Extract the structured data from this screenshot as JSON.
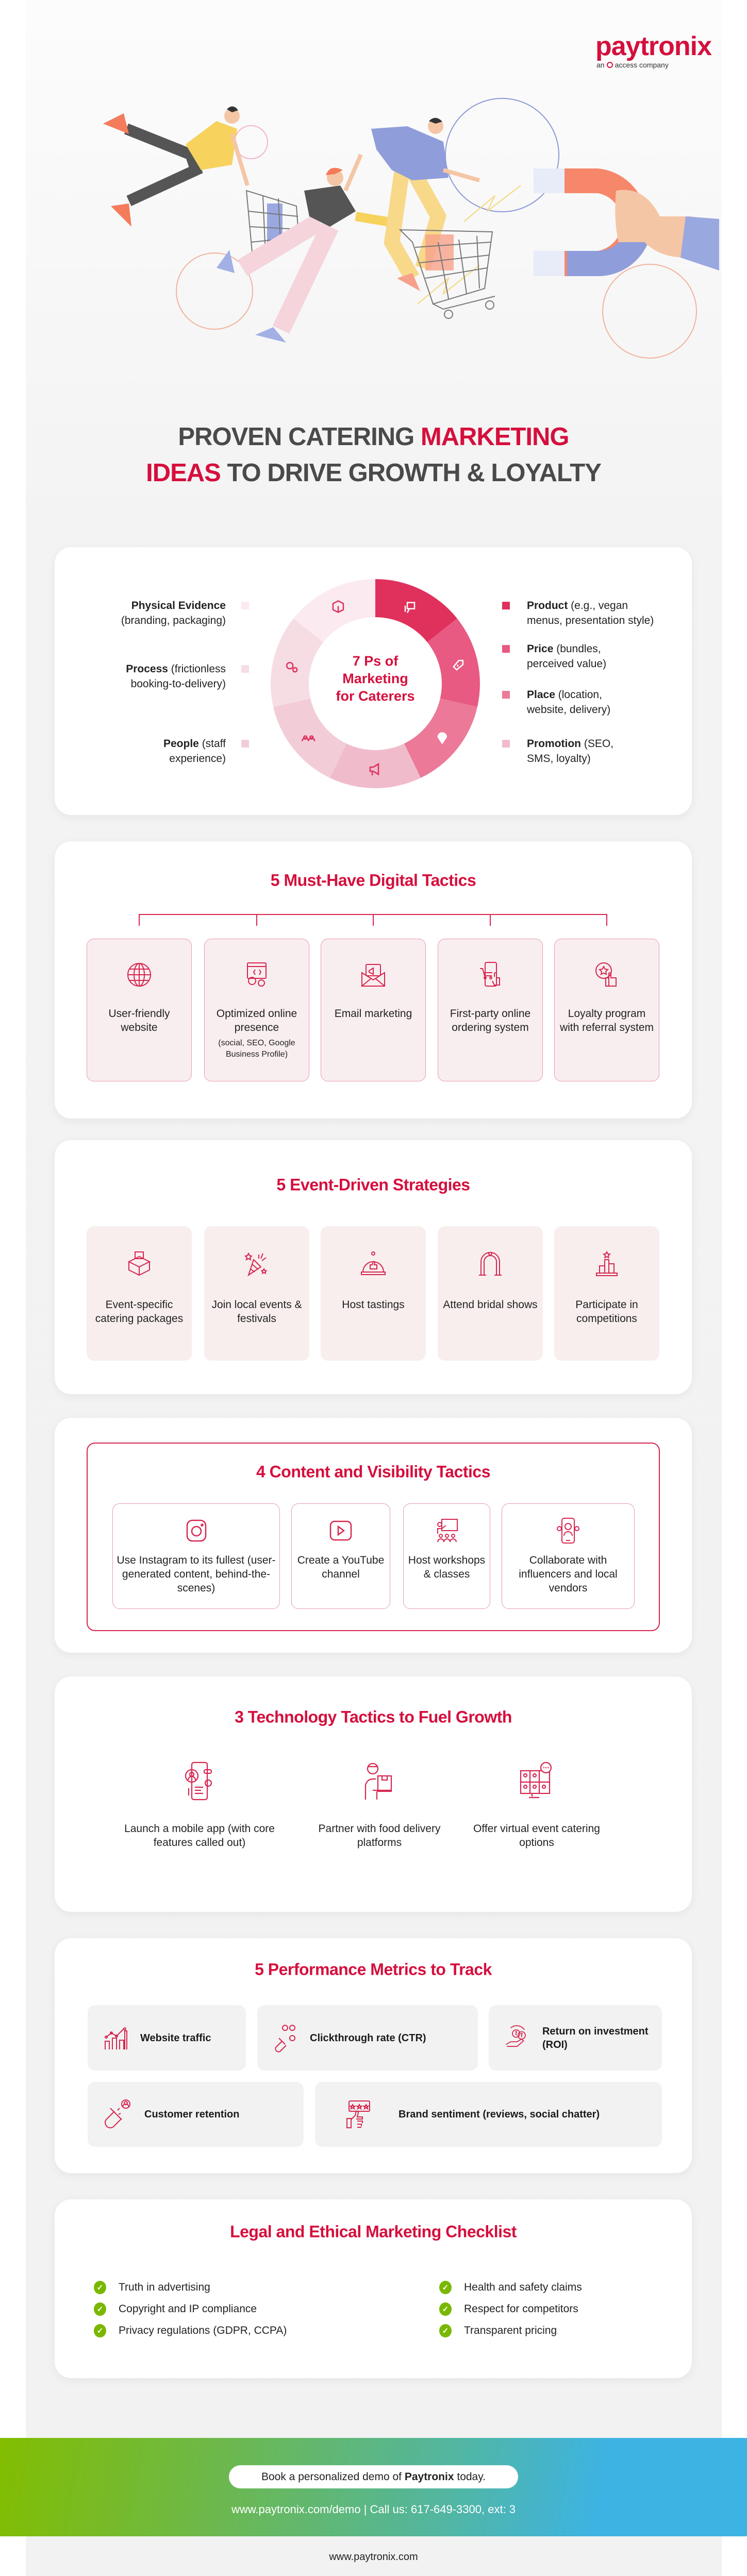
{
  "brand": {
    "logo": "paytronix",
    "tagline_pre": "an",
    "tagline_post": "access company",
    "accent_color": "#d50f3d"
  },
  "title": {
    "line1_plain": "PROVEN CATERING ",
    "line1_accent": "MARKETING",
    "line2_accent": "IDEAS",
    "line2_plain": " TO DRIVE GROWTH & LOYALTY"
  },
  "seven_ps": {
    "center": [
      "7 Ps of",
      "Marketing",
      "for Caterers"
    ],
    "items": [
      {
        "name": "Product",
        "desc": " (e.g., vegan menus, presentation style)",
        "color": "#e0305c",
        "icon": "presentation-icon"
      },
      {
        "name": "Price",
        "desc": " (bundles, perceived value)",
        "color": "#e85a82",
        "icon": "price-tag-icon"
      },
      {
        "name": "Place",
        "desc": " (location, website, delivery)",
        "color": "#eb7997",
        "icon": "location-pin-icon"
      },
      {
        "name": "Promotion",
        "desc": " (SEO, SMS, loyalty)",
        "color": "#f0bccb",
        "icon": "megaphone-icon"
      },
      {
        "name": "People",
        "desc": " (staff experience)",
        "color": "#f2cdd7",
        "icon": "people-icon"
      },
      {
        "name": "Process",
        "desc": " (frictionless booking-to-delivery)",
        "color": "#f6dde4",
        "icon": "gears-icon"
      },
      {
        "name": "Physical Evidence",
        "desc": "(branding, packaging)",
        "color": "#fbebf0",
        "icon": "box-icon"
      }
    ]
  },
  "digital": {
    "title": "5 Must-Have Digital Tactics",
    "items": [
      {
        "label": "User-friendly website",
        "sub": ""
      },
      {
        "label": "Optimized online presence",
        "sub": "(social, SEO, Google Business Profile)"
      },
      {
        "label": "Email marketing",
        "sub": ""
      },
      {
        "label": "First-party online ordering system",
        "sub": ""
      },
      {
        "label": "Loyalty program with referral system",
        "sub": ""
      }
    ]
  },
  "events": {
    "title": "5 Event-Driven Strategies",
    "items": [
      "Event-specific catering packages",
      "Join local events & festivals",
      "Host tastings",
      "Attend bridal shows",
      "Participate in competitions"
    ]
  },
  "content": {
    "title": "4 Content and Visibility Tactics",
    "items": [
      "Use Instagram to its fullest (user-generated content, behind-the-scenes)",
      "Create a YouTube channel",
      "Host workshops & classes",
      "Collaborate with influencers and local vendors"
    ]
  },
  "technology": {
    "title": "3 Technology Tactics to Fuel Growth",
    "items": [
      "Launch a mobile app (with core features called out)",
      "Partner with food delivery platforms",
      "Offer virtual event catering options"
    ]
  },
  "metrics": {
    "title": "5 Performance Metrics to Track",
    "items": [
      "Website traffic",
      "Clickthrough rate (CTR)",
      "Return on investment (ROI)",
      "Customer retention",
      "Brand sentiment (reviews, social chatter)"
    ]
  },
  "checklist": {
    "title": "Legal and Ethical Marketing Checklist",
    "left": [
      "Truth in advertising",
      "Copyright and IP compliance",
      "Privacy regulations (GDPR, CCPA)"
    ],
    "right": [
      "Health and safety claims",
      "Respect for competitors",
      "Transparent pricing"
    ],
    "check_color": "#7ab800"
  },
  "footer": {
    "cta_pre": "Book a personalized demo of ",
    "cta_brand": "Paytronix",
    "cta_post": " today.",
    "contact": "www.paytronix.com/demo | Call us: 617-649-3300, ext: 3",
    "site": "www.paytronix.com",
    "gradient": [
      "#82bd00",
      "#3db3e3"
    ]
  }
}
